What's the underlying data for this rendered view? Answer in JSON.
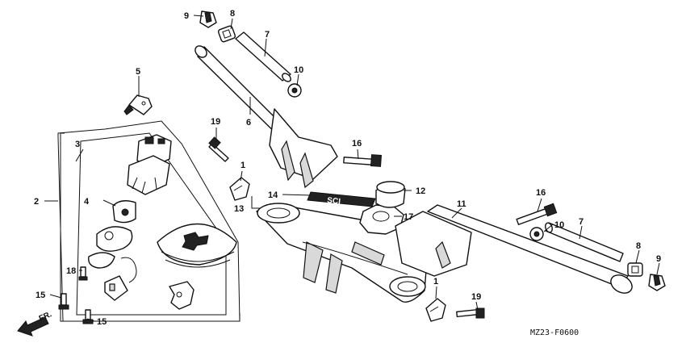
{
  "diagram_code": "MZ23-F0600",
  "direction_label": "FR.",
  "callouts": {
    "c1a": "1",
    "c1b": "1",
    "c2": "2",
    "c3": "3",
    "c4": "4",
    "c5": "5",
    "c6": "6",
    "c7a": "7",
    "c7b": "7",
    "c8a": "8",
    "c8b": "8",
    "c9a": "9",
    "c9b": "9",
    "c10a": "10",
    "c10b": "10",
    "c11": "11",
    "c12": "12",
    "c13": "13",
    "c14": "14",
    "c15a": "15",
    "c15b": "15",
    "c16a": "16",
    "c16b": "16",
    "c17": "17",
    "c18": "18",
    "c19a": "19",
    "c19b": "19"
  }
}
